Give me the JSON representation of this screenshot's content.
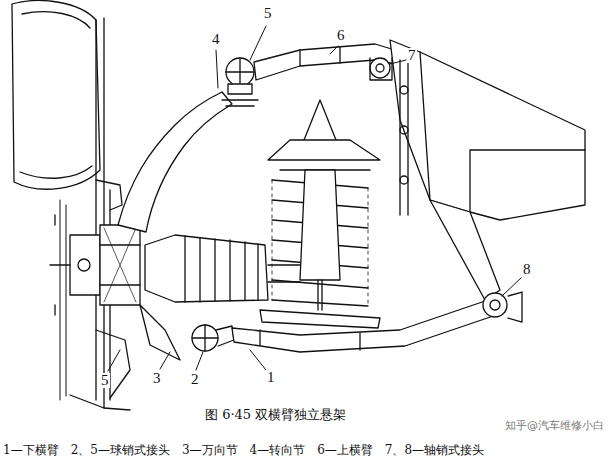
{
  "diagram": {
    "caption": "图 6·45 双横臂独立悬架",
    "labels": [
      "4",
      "5",
      "6",
      "7",
      "8",
      "1",
      "2",
      "3",
      "5",
      "1—下横臂",
      "2、5—球销式接头",
      "3—万向节",
      "4—转向节",
      "6—上横臂",
      "7、8—轴销式接头",
      "知乎@汽车维修小白"
    ]
  }
}
